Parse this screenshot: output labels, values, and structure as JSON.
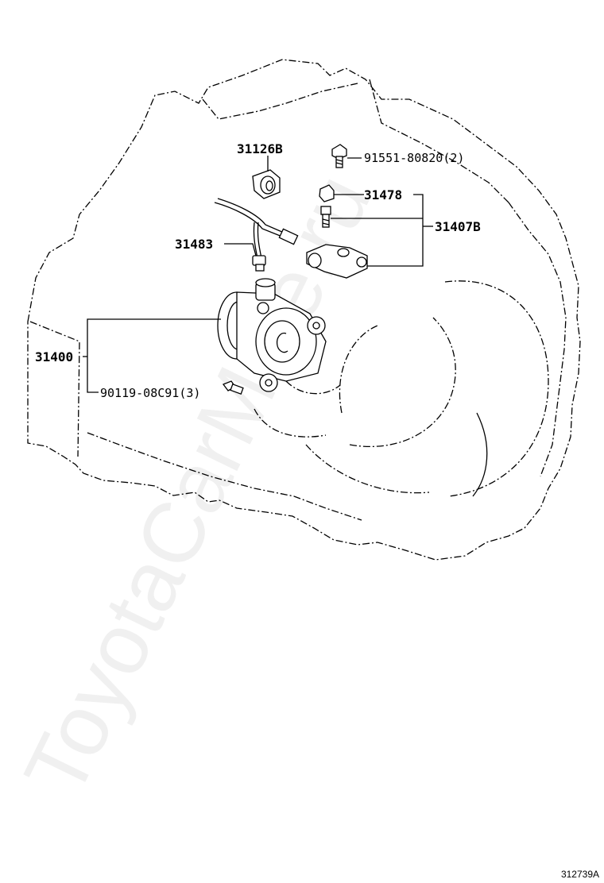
{
  "watermark": "ToyotaCarMine.ru",
  "figure_id": "312739A",
  "callouts": {
    "c31126B": "31126B",
    "c91551": "91551-80820(2)",
    "c31478": "31478",
    "c31407B": "31407B",
    "c31483": "31483",
    "c31400": "31400",
    "c90119": "90119-08C91(3)"
  }
}
